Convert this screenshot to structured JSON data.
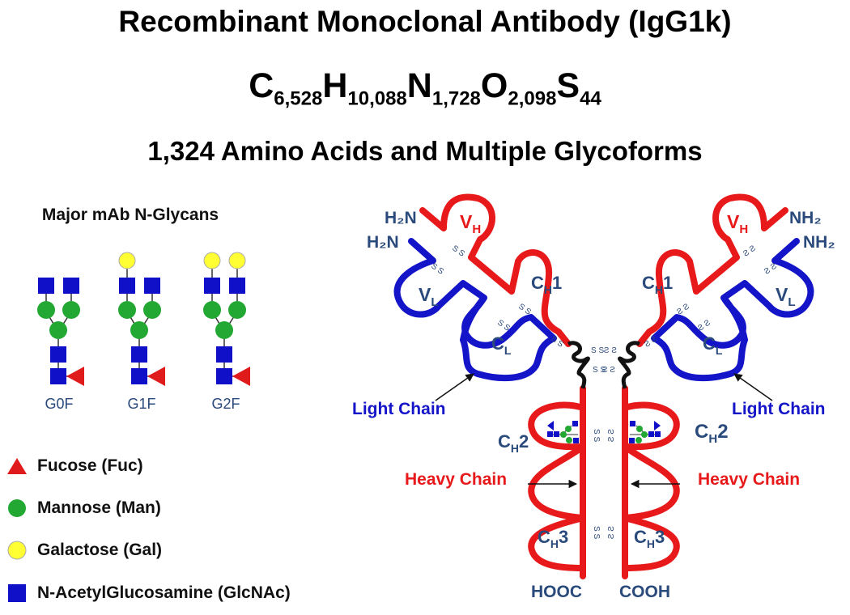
{
  "header": {
    "title": "Recombinant Monoclonal Antibody (IgG1k)",
    "formula": [
      {
        "el": "C",
        "n": "6,528"
      },
      {
        "el": "H",
        "n": "10,088"
      },
      {
        "el": "N",
        "n": "1,728"
      },
      {
        "el": "O",
        "n": "2,098"
      },
      {
        "el": "S",
        "n": "44"
      }
    ],
    "subtitle": "1,324 Amino Acids  and Multiple Glycoforms"
  },
  "glycans": {
    "title": "Major mAb N-Glycans",
    "forms": [
      "G0F",
      "G1F",
      "G2F"
    ]
  },
  "legend": [
    {
      "shape": "triangle",
      "color": "#e01b1b",
      "label": "Fucose (Fuc)"
    },
    {
      "shape": "circle",
      "color": "#22a833",
      "label": "Mannose (Man)"
    },
    {
      "shape": "circle",
      "color": "#ffff33",
      "label": "Galactose (Gal)"
    },
    {
      "shape": "square",
      "color": "#1010c8",
      "label": "N-AcetylGlucosamine (GlcNAc)"
    }
  ],
  "colors": {
    "heavy": "#e8191a",
    "light": "#1414c8",
    "hinge": "#111111",
    "label": "#2a4a7c"
  },
  "antibody": {
    "left": {
      "n_heavy": "H₂N",
      "n_light": "H₂N",
      "vh": {
        "base": "V",
        "sub": "H"
      },
      "vl": {
        "base": "V",
        "sub": "L"
      },
      "ch1": {
        "base": "C",
        "sub": "H",
        "suf": "1"
      },
      "cl": {
        "base": "C",
        "sub": "L"
      },
      "ch2": {
        "base": "C",
        "sub": "H",
        "suf": "2"
      },
      "ch3": {
        "base": "C",
        "sub": "H",
        "suf": "3"
      },
      "c_term": "HOOC"
    },
    "right": {
      "n_heavy": "NH₂",
      "n_light": "NH₂",
      "vh": {
        "base": "V",
        "sub": "H"
      },
      "vl": {
        "base": "V",
        "sub": "L"
      },
      "ch1": {
        "base": "C",
        "sub": "H",
        "suf": "1"
      },
      "cl": {
        "base": "C",
        "sub": "L"
      },
      "ch2": {
        "base": "C",
        "sub": "H",
        "suf": "2"
      },
      "ch3": {
        "base": "C",
        "sub": "H",
        "suf": "3"
      },
      "c_term": "COOH"
    },
    "light_chain_label": "Light Chain",
    "heavy_chain_label": "Heavy Chain",
    "disulfide": "S S"
  }
}
